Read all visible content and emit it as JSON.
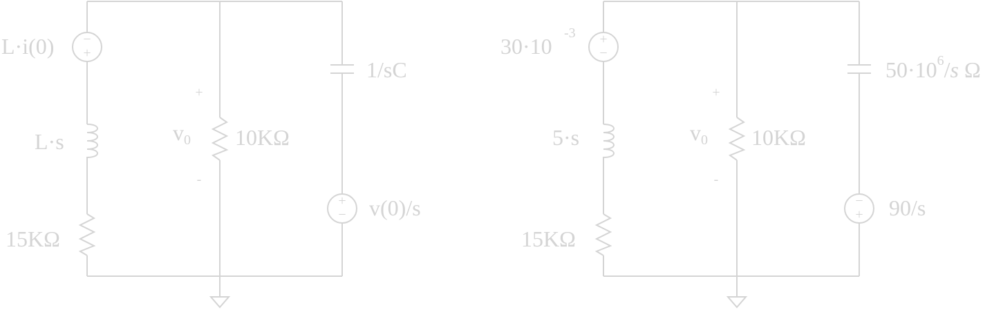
{
  "circuit_general": {
    "source_top_label": "L·i(0)",
    "inductor_label": "L·s",
    "resistor_series_label": "15KΩ",
    "v0_label": "v",
    "v0_sub": "0",
    "v0_plus": "+",
    "v0_minus": "-",
    "resistor_middle_label": "10KΩ",
    "capacitor_label": "1/sC",
    "source_right_label": "v(0)/s"
  },
  "circuit_numeric": {
    "source_top_base": "30·10",
    "source_top_exp": "-3",
    "inductor_label": "5·s",
    "resistor_series_label": "15KΩ",
    "v0_label": "v",
    "v0_sub": "0",
    "v0_plus": "+",
    "v0_minus": "-",
    "resistor_middle_label": "10KΩ",
    "capacitor_base": "50·10",
    "capacitor_exp": "6",
    "capacitor_suffix_slash": "/",
    "capacitor_suffix_s": "s",
    "capacitor_unit": " Ω",
    "source_right_label": "90/s"
  },
  "symbols": {
    "plus": "+",
    "minus": "−"
  },
  "colors": {
    "stroke": "#d4d4d4"
  }
}
